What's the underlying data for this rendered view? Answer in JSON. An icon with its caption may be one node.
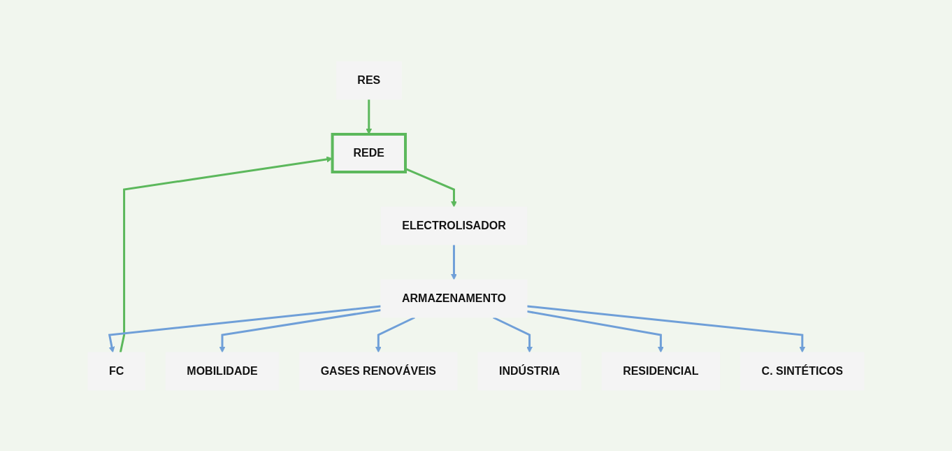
{
  "diagram": {
    "nodes": [
      {
        "text": [
          "RES"
        ]
      },
      {
        "text": [
          "REDE"
        ]
      },
      {
        "text": [
          "ELECTROLISADOR"
        ]
      },
      {
        "text": [
          "FC"
        ]
      },
      {
        "text": [
          "ARMAZENAMENTO"
        ]
      },
      {
        "text": [
          "MOBILIDADE"
        ]
      },
      {
        "text": [
          "GASES RENOVÁVEIS"
        ]
      },
      {
        "text": [
          "INDÚSTRIA"
        ]
      },
      {
        "text": [
          "RESIDENCIAL"
        ]
      },
      {
        "text": [
          "C. SINTÉTICOS"
        ]
      }
    ],
    "edges": [
      {
        "from": 0,
        "to": 1,
        "arrow": "to",
        "color": "#5cb85c"
      },
      {
        "from": 1,
        "to": 2,
        "arrow": "to",
        "color": "#5cb85c"
      },
      {
        "from": 3,
        "to": 1,
        "arrow": "to",
        "color": "#5cb85c"
      },
      {
        "from": 2,
        "to": 4,
        "arrow": "to"
      },
      {
        "from": 4,
        "to": 3,
        "arrow": "to"
      },
      {
        "from": 4,
        "to": 5,
        "arrow": "to"
      },
      {
        "from": 4,
        "to": 6,
        "arrow": "to"
      },
      {
        "from": 4,
        "to": 7,
        "arrow": "to"
      },
      {
        "from": 4,
        "to": 8,
        "arrow": "to"
      },
      {
        "from": 4,
        "to": 9,
        "arrow": "to"
      }
    ]
  }
}
